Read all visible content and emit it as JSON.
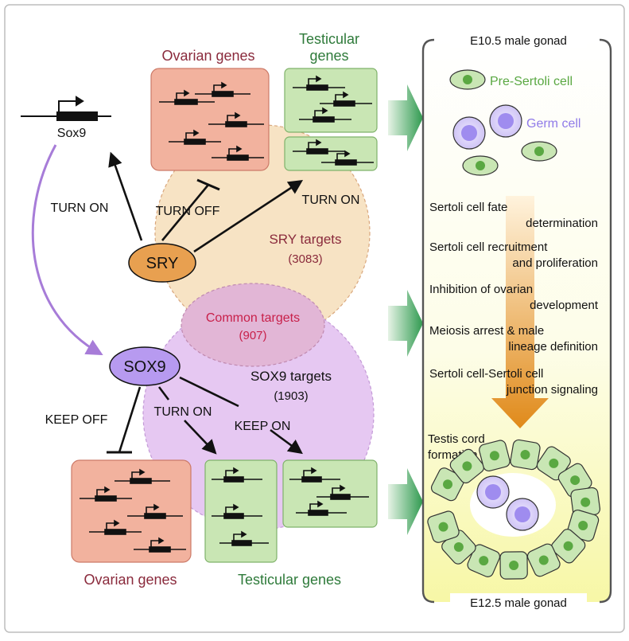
{
  "sox9_gene": {
    "label": "Sox9"
  },
  "top": {
    "ovarian_label": "Ovarian genes",
    "testicular_label_line1": "Testicular",
    "testicular_label_line2": "genes"
  },
  "sry": {
    "label": "SRY",
    "targets_label": "SRY targets",
    "targets_count": "(3083)"
  },
  "common": {
    "label": "Common targets",
    "count": "(907)"
  },
  "sox9": {
    "label": "SOX9",
    "targets_label": "SOX9 targets",
    "targets_count": "(1903)"
  },
  "arrows": {
    "sry_turn_on_sox9": "TURN ON",
    "sry_turn_off": "TURN OFF",
    "sry_turn_on_testis": "TURN ON",
    "sox9_keep_off": "KEEP OFF",
    "sox9_turn_on": "TURN ON",
    "sox9_keep_on": "KEEP ON"
  },
  "bottom": {
    "ovarian_label": "Ovarian genes",
    "testicular_label": "Testicular genes"
  },
  "gonad_panel": {
    "top_label": "E10.5 male gonad",
    "bottom_label": "E12.5 male gonad",
    "pre_sertoli_label": "Pre-Sertoli cell",
    "germ_cell_label": "Germ cell",
    "processes": [
      {
        "line1": "Sertoli cell fate",
        "line2": "determination"
      },
      {
        "line1": "Sertoli cell recruitment",
        "line2": "and proliferation"
      },
      {
        "line1": "Inhibition of ovarian",
        "line2": "development"
      },
      {
        "line1": "Meiosis arrest & male",
        "line2": "lineage definition"
      },
      {
        "line1": "Sertoli cell-Sertoli cell",
        "line2": "junction signaling"
      }
    ],
    "cord_label_line1": "Testis cord",
    "cord_label_line2": "formation"
  },
  "colors": {
    "ovarian_fill": "#f2b29e",
    "testicular_fill": "#c9e6b4",
    "sry_fill": "#e8a050",
    "sry_circle": "#f7e3c4",
    "sox9_fill": "#b79af0",
    "sox9_circle": "#e6c8f2",
    "common_text": "#c8204a",
    "pre_sertoli_text": "#5aa842",
    "germ_text": "#8f7ae8",
    "dark_red_text": "#8a2a3c",
    "dark_green_text": "#2e7a3a",
    "purple_arrow": "#a77cd8",
    "orange_arrow": "#e39a3a"
  }
}
